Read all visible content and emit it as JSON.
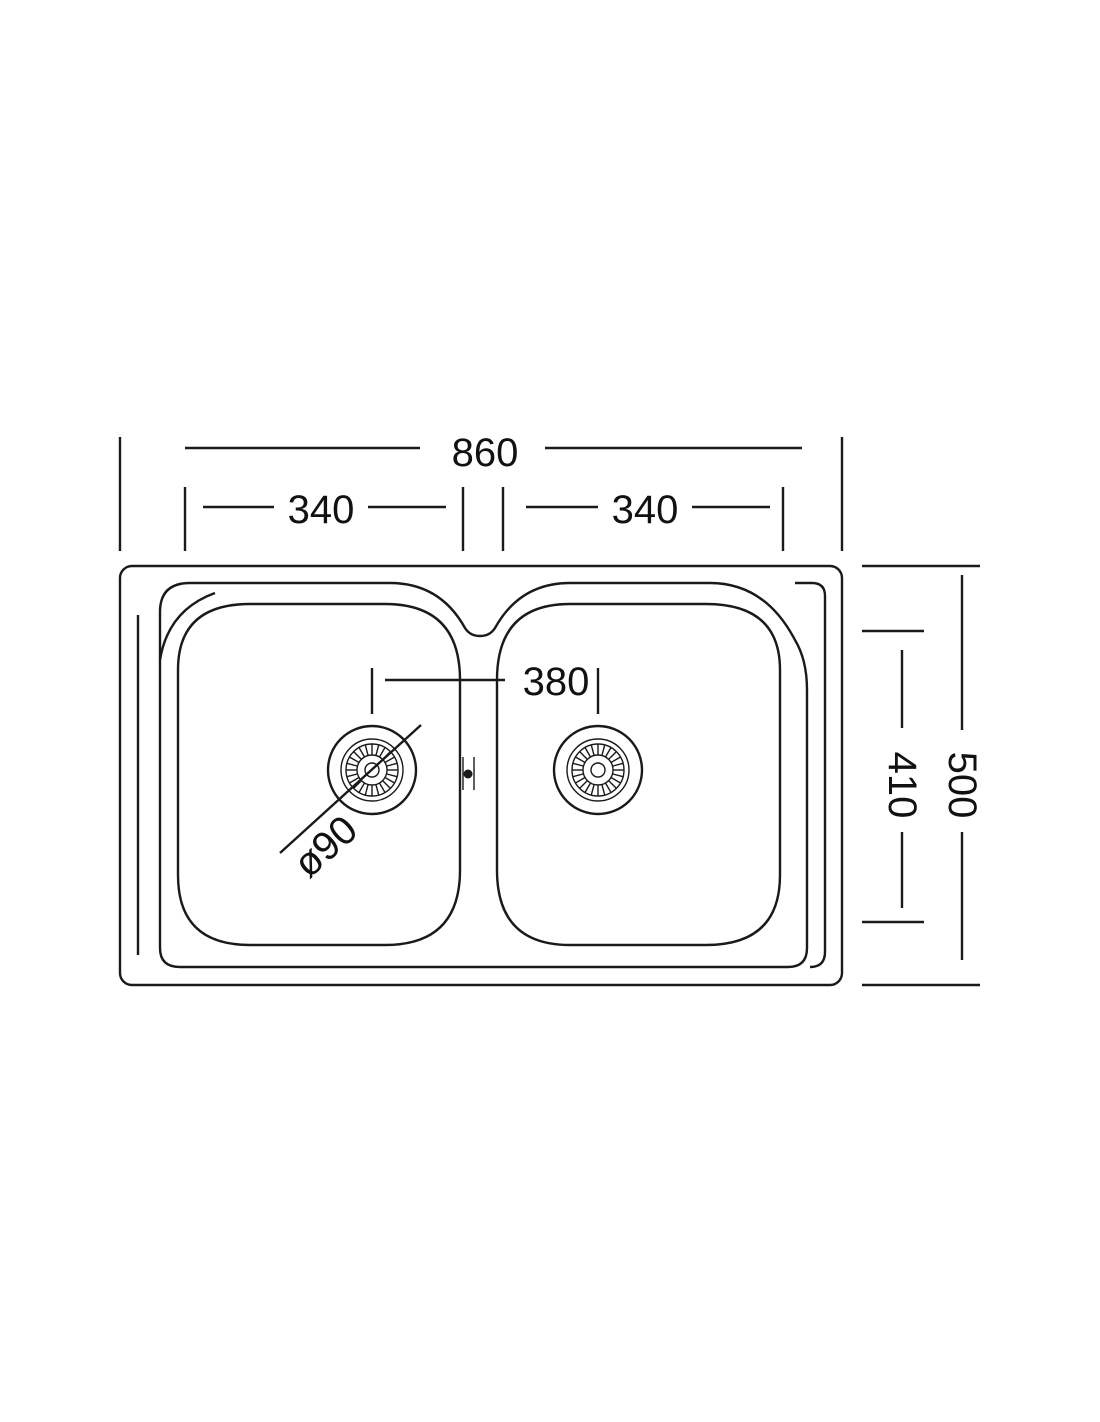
{
  "dimensions": {
    "overall_width": "860",
    "bowl_left_width": "340",
    "bowl_right_width": "340",
    "drain_spacing": "380",
    "drain_diameter": "ø90",
    "bowl_depth": "410",
    "overall_depth": "500"
  },
  "colors": {
    "line": "#1a1a1a",
    "background": "#ffffff"
  }
}
